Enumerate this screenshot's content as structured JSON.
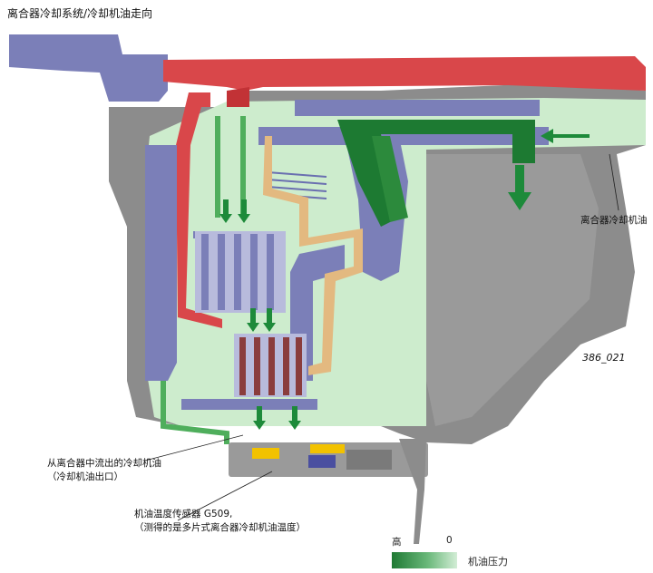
{
  "title": "离合器冷却系统/冷却机油走向",
  "figure_id": "386_021",
  "labels": {
    "clutch_cooling_oil": "离合器冷却机油",
    "outflow_line1": "从离合器中流出的冷却机油",
    "outflow_line2": "（冷却机油出口）",
    "sensor_line1": "机油温度传感器 G509,",
    "sensor_line2": "（测得的是多片式离合器冷却机油温度）"
  },
  "legend": {
    "high": "高",
    "zero": "0",
    "name": "机油压力"
  },
  "colors": {
    "housing": "#8c8c8c",
    "housing_light": "#b4b4b4",
    "oil_light": "#cdeccd",
    "oil_mid": "#4fae5c",
    "oil_dark": "#1d7a32",
    "blue_parts": "#7b7fb8",
    "red_shaft": "#d9474a",
    "tan_channel": "#e3b980",
    "yellow": "#f2c200"
  }
}
